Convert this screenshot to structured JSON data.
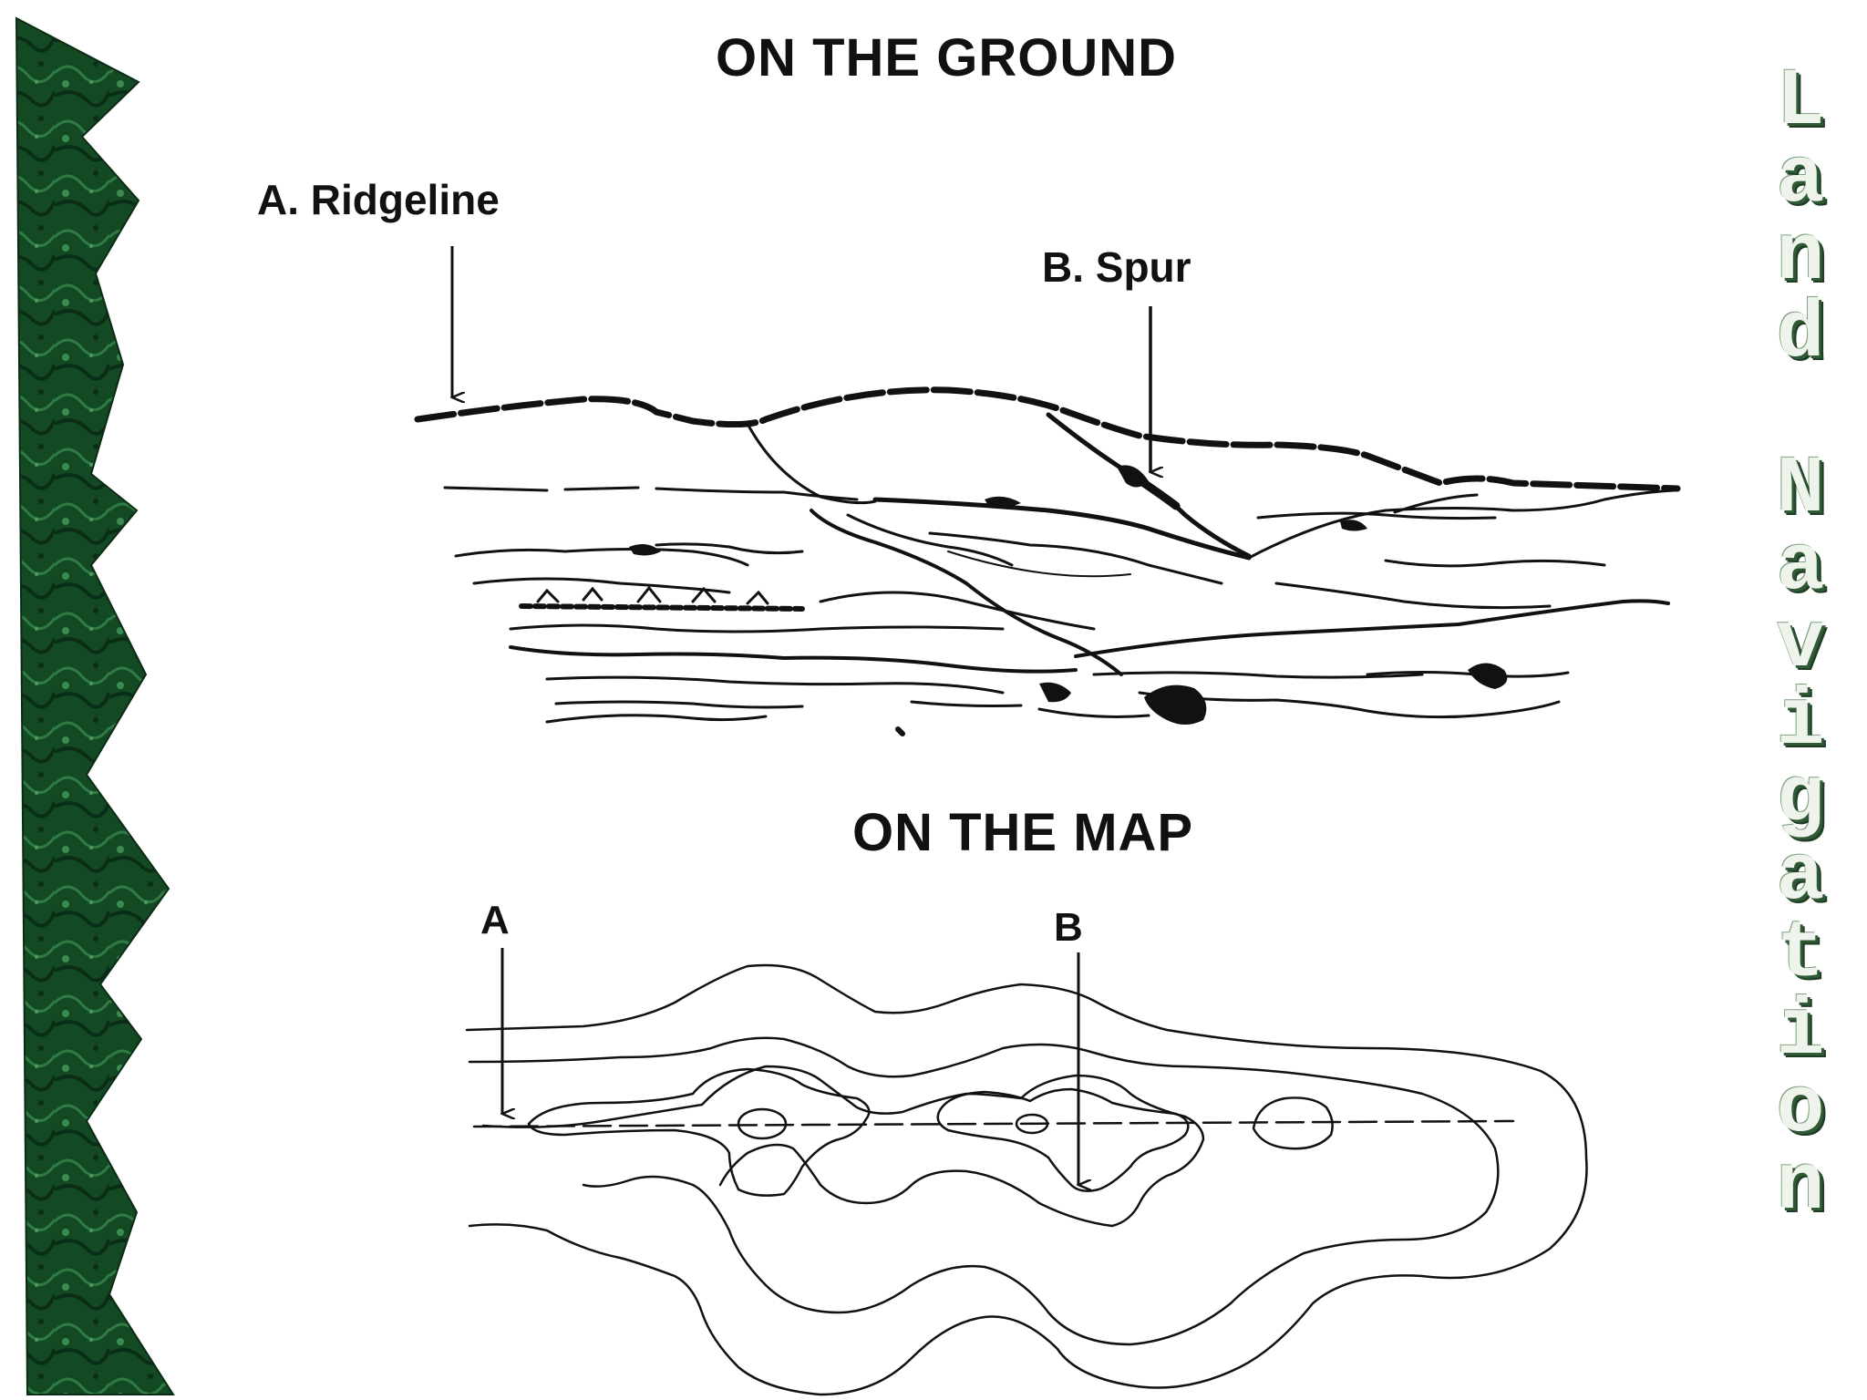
{
  "slide": {
    "top_title": "ON THE GROUND",
    "bottom_title": "ON THE MAP",
    "side_title": "Land Navigation"
  },
  "ground_labels": {
    "a": "A. Ridgeline",
    "b": "B. Spur"
  },
  "map_labels": {
    "a": "A",
    "b": "B"
  },
  "colors": {
    "side_green_dark": "#0f3a1c",
    "side_green_light": "#2e6b3c",
    "ink": "#111111",
    "title_letters": "#eef3ec"
  },
  "icons": [
    "zigzag-border-icon",
    "arrow-down-icon"
  ]
}
